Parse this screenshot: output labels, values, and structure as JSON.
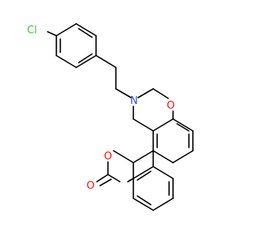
{
  "molecule": {
    "atoms": {
      "cl": {
        "symbol": "Cl",
        "color": "#33cc33"
      },
      "n": {
        "symbol": "N",
        "color": "#3050f8"
      },
      "o_ring": {
        "symbol": "O",
        "color": "#ff0d0d"
      },
      "o_lactone": {
        "symbol": "O",
        "color": "#ff0d0d"
      },
      "o_carbonyl": {
        "symbol": "O",
        "color": "#ff0d0d"
      }
    },
    "bond_color": "#000000"
  }
}
